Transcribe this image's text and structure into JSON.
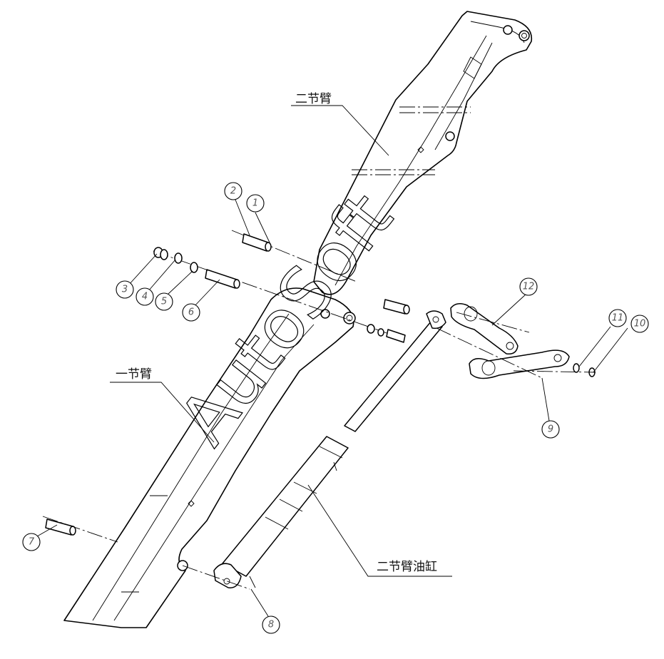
{
  "labels": {
    "second_arm": "二节臂",
    "first_arm": "一节臂",
    "second_arm_cylinder": "二节臂油缸"
  },
  "watermark": "AutoSoft",
  "bubbles": [
    "1",
    "2",
    "3",
    "4",
    "5",
    "6",
    "7",
    "8",
    "9",
    "10",
    "11",
    "12"
  ]
}
